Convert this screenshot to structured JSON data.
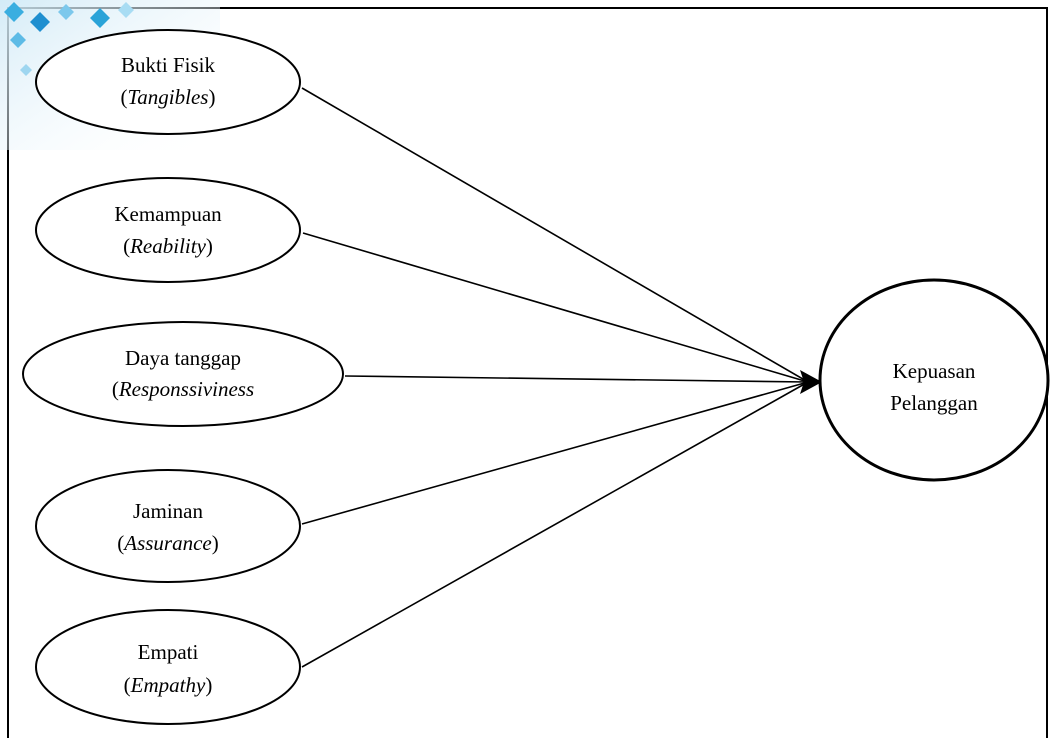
{
  "diagram": {
    "independent_variables": [
      {
        "name": "Bukti Fisik",
        "open": "(",
        "term": "Tangibles",
        "close": ")"
      },
      {
        "name": "Kemampuan",
        "open": "(",
        "term": "Reability",
        "close": ")"
      },
      {
        "name": "Daya tanggap",
        "open": "(",
        "term": "Responssiviness",
        "close": ""
      },
      {
        "name": "Jaminan",
        "open": "(",
        "term": "Assurance",
        "close": ")"
      },
      {
        "name": "Empati",
        "open": "(",
        "term": "Empathy",
        "close": ")"
      }
    ],
    "dependent_variable": {
      "line1": "Kepuasan",
      "line2": "Pelanggan"
    },
    "colors": {
      "line": "#000000",
      "watermark": "#2aa3d8",
      "watermark_light": "#dff1fa"
    }
  }
}
